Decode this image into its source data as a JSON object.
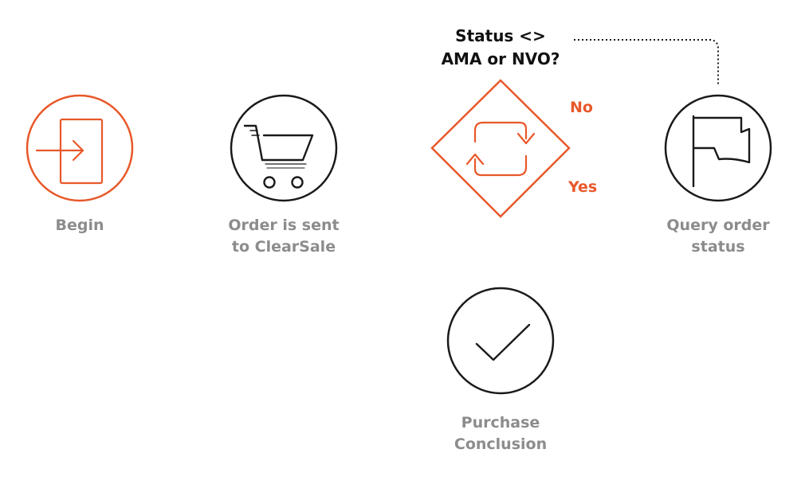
{
  "colors": {
    "accent": "#e8582a",
    "dark": "#1a1a1a",
    "label_gray": "#8c8c8c"
  },
  "nodes": {
    "begin": {
      "label": "Begin",
      "icon": "enter-door-icon"
    },
    "send": {
      "label_line1": "Order is sent",
      "label_line2": "to ClearSale",
      "icon": "shopping-cart-icon"
    },
    "decision": {
      "question_line1": "Status <>",
      "question_line2": "AMA or NVO?",
      "icon": "refresh-cycle-icon"
    },
    "query": {
      "label_line1": "Query order",
      "label_line2": "status",
      "icon": "flag-icon"
    },
    "conclusion": {
      "label_line1": "Purchase",
      "label_line2": "Conclusion",
      "icon": "checkmark-icon"
    }
  },
  "branches": {
    "no": "No",
    "yes": "Yes"
  }
}
